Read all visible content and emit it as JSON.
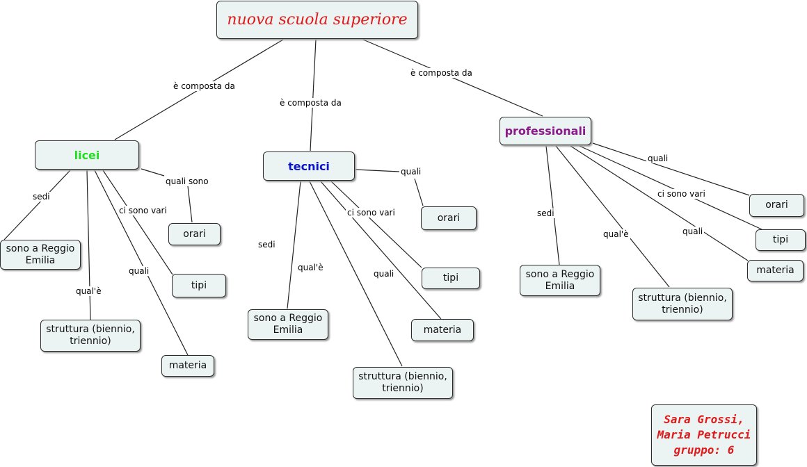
{
  "colors": {
    "title": "#e01a1a",
    "licei": "#22dd22",
    "tecnici": "#0a14c8",
    "professionali": "#8a1a8a",
    "node_fill": "#ecf3f3"
  },
  "title": "nuova scuola superiore",
  "categories": {
    "licei": "licei",
    "tecnici": "tecnici",
    "professionali": "professionali"
  },
  "links": {
    "composed": "è composta da",
    "sedi": "sedi",
    "quale": "qual'è",
    "quali": "quali",
    "quali_sono": "quali sono",
    "ci_sono_vari": "ci sono vari"
  },
  "concepts": {
    "sede": "sono a Reggio Emilia",
    "struttura": "struttura (biennio, triennio)",
    "materia": "materia",
    "orari": "orari",
    "tipi": "tipi"
  },
  "authors": {
    "line1": "Sara Grossi,",
    "line2": "Maria Petrucci",
    "line3": "gruppo: 6"
  }
}
